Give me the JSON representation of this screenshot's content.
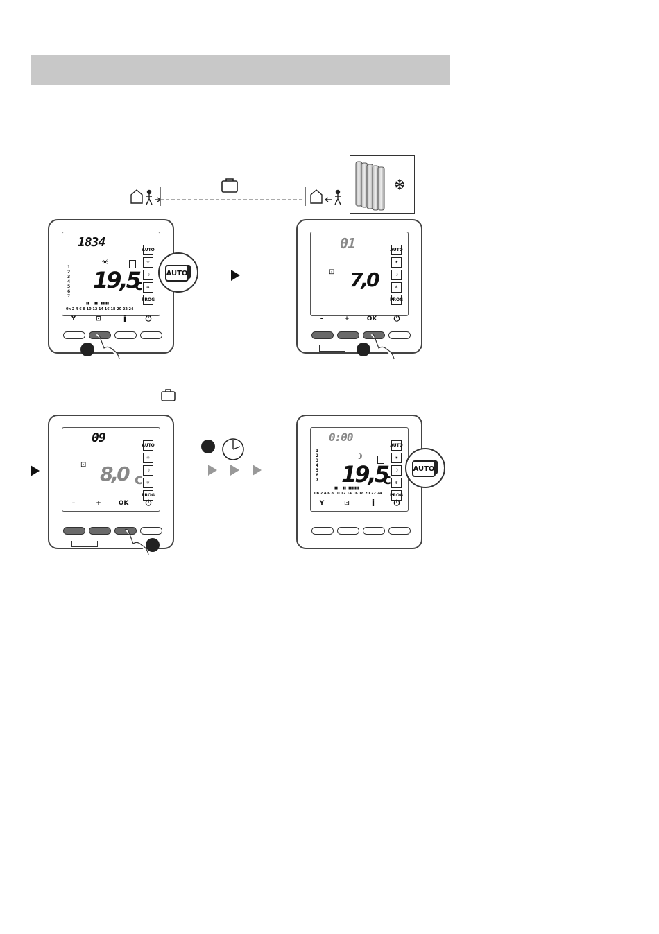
{
  "panel1": {
    "time": "1834",
    "temp": "19,5",
    "unit": "c",
    "days": "1\n2\n3\n4\n5\n6\n7",
    "hours": "0h 2  4  6  8 10 12 14 16 18 20 22 24",
    "modes": [
      "AUTO",
      "☀",
      "☽",
      "❄",
      "PROG"
    ],
    "button_ok_label": "i",
    "magnified": "AUTO"
  },
  "panel2": {
    "time": "01",
    "temp": "7,0",
    "modes": [
      "AUTO",
      "☀",
      "☽",
      "❄",
      "PROG"
    ],
    "minus": "–",
    "plus": "+",
    "ok": "OK"
  },
  "panel3": {
    "time": "09",
    "temp": "8,0",
    "unit": "c",
    "modes": [
      "AUTO",
      "☀",
      "☽",
      "❄",
      "PROG"
    ],
    "minus": "–",
    "plus": "+",
    "ok": "OK"
  },
  "panel4": {
    "time": "0:00",
    "temp": "19,5",
    "unit": "c",
    "days": "1\n2\n3\n4\n5\n6\n7",
    "hours": "0h 2  4  6  8 10 12 14 16 18 20 22 24",
    "modes": [
      "AUTO",
      "☀",
      "☽",
      "❄",
      "PROG"
    ],
    "button_ok_label": "i",
    "magnified": "AUTO"
  },
  "icons": {
    "suitcase": "suitcase-icon",
    "house": "house-icon",
    "snowflake": "❄",
    "power": "⏻"
  }
}
